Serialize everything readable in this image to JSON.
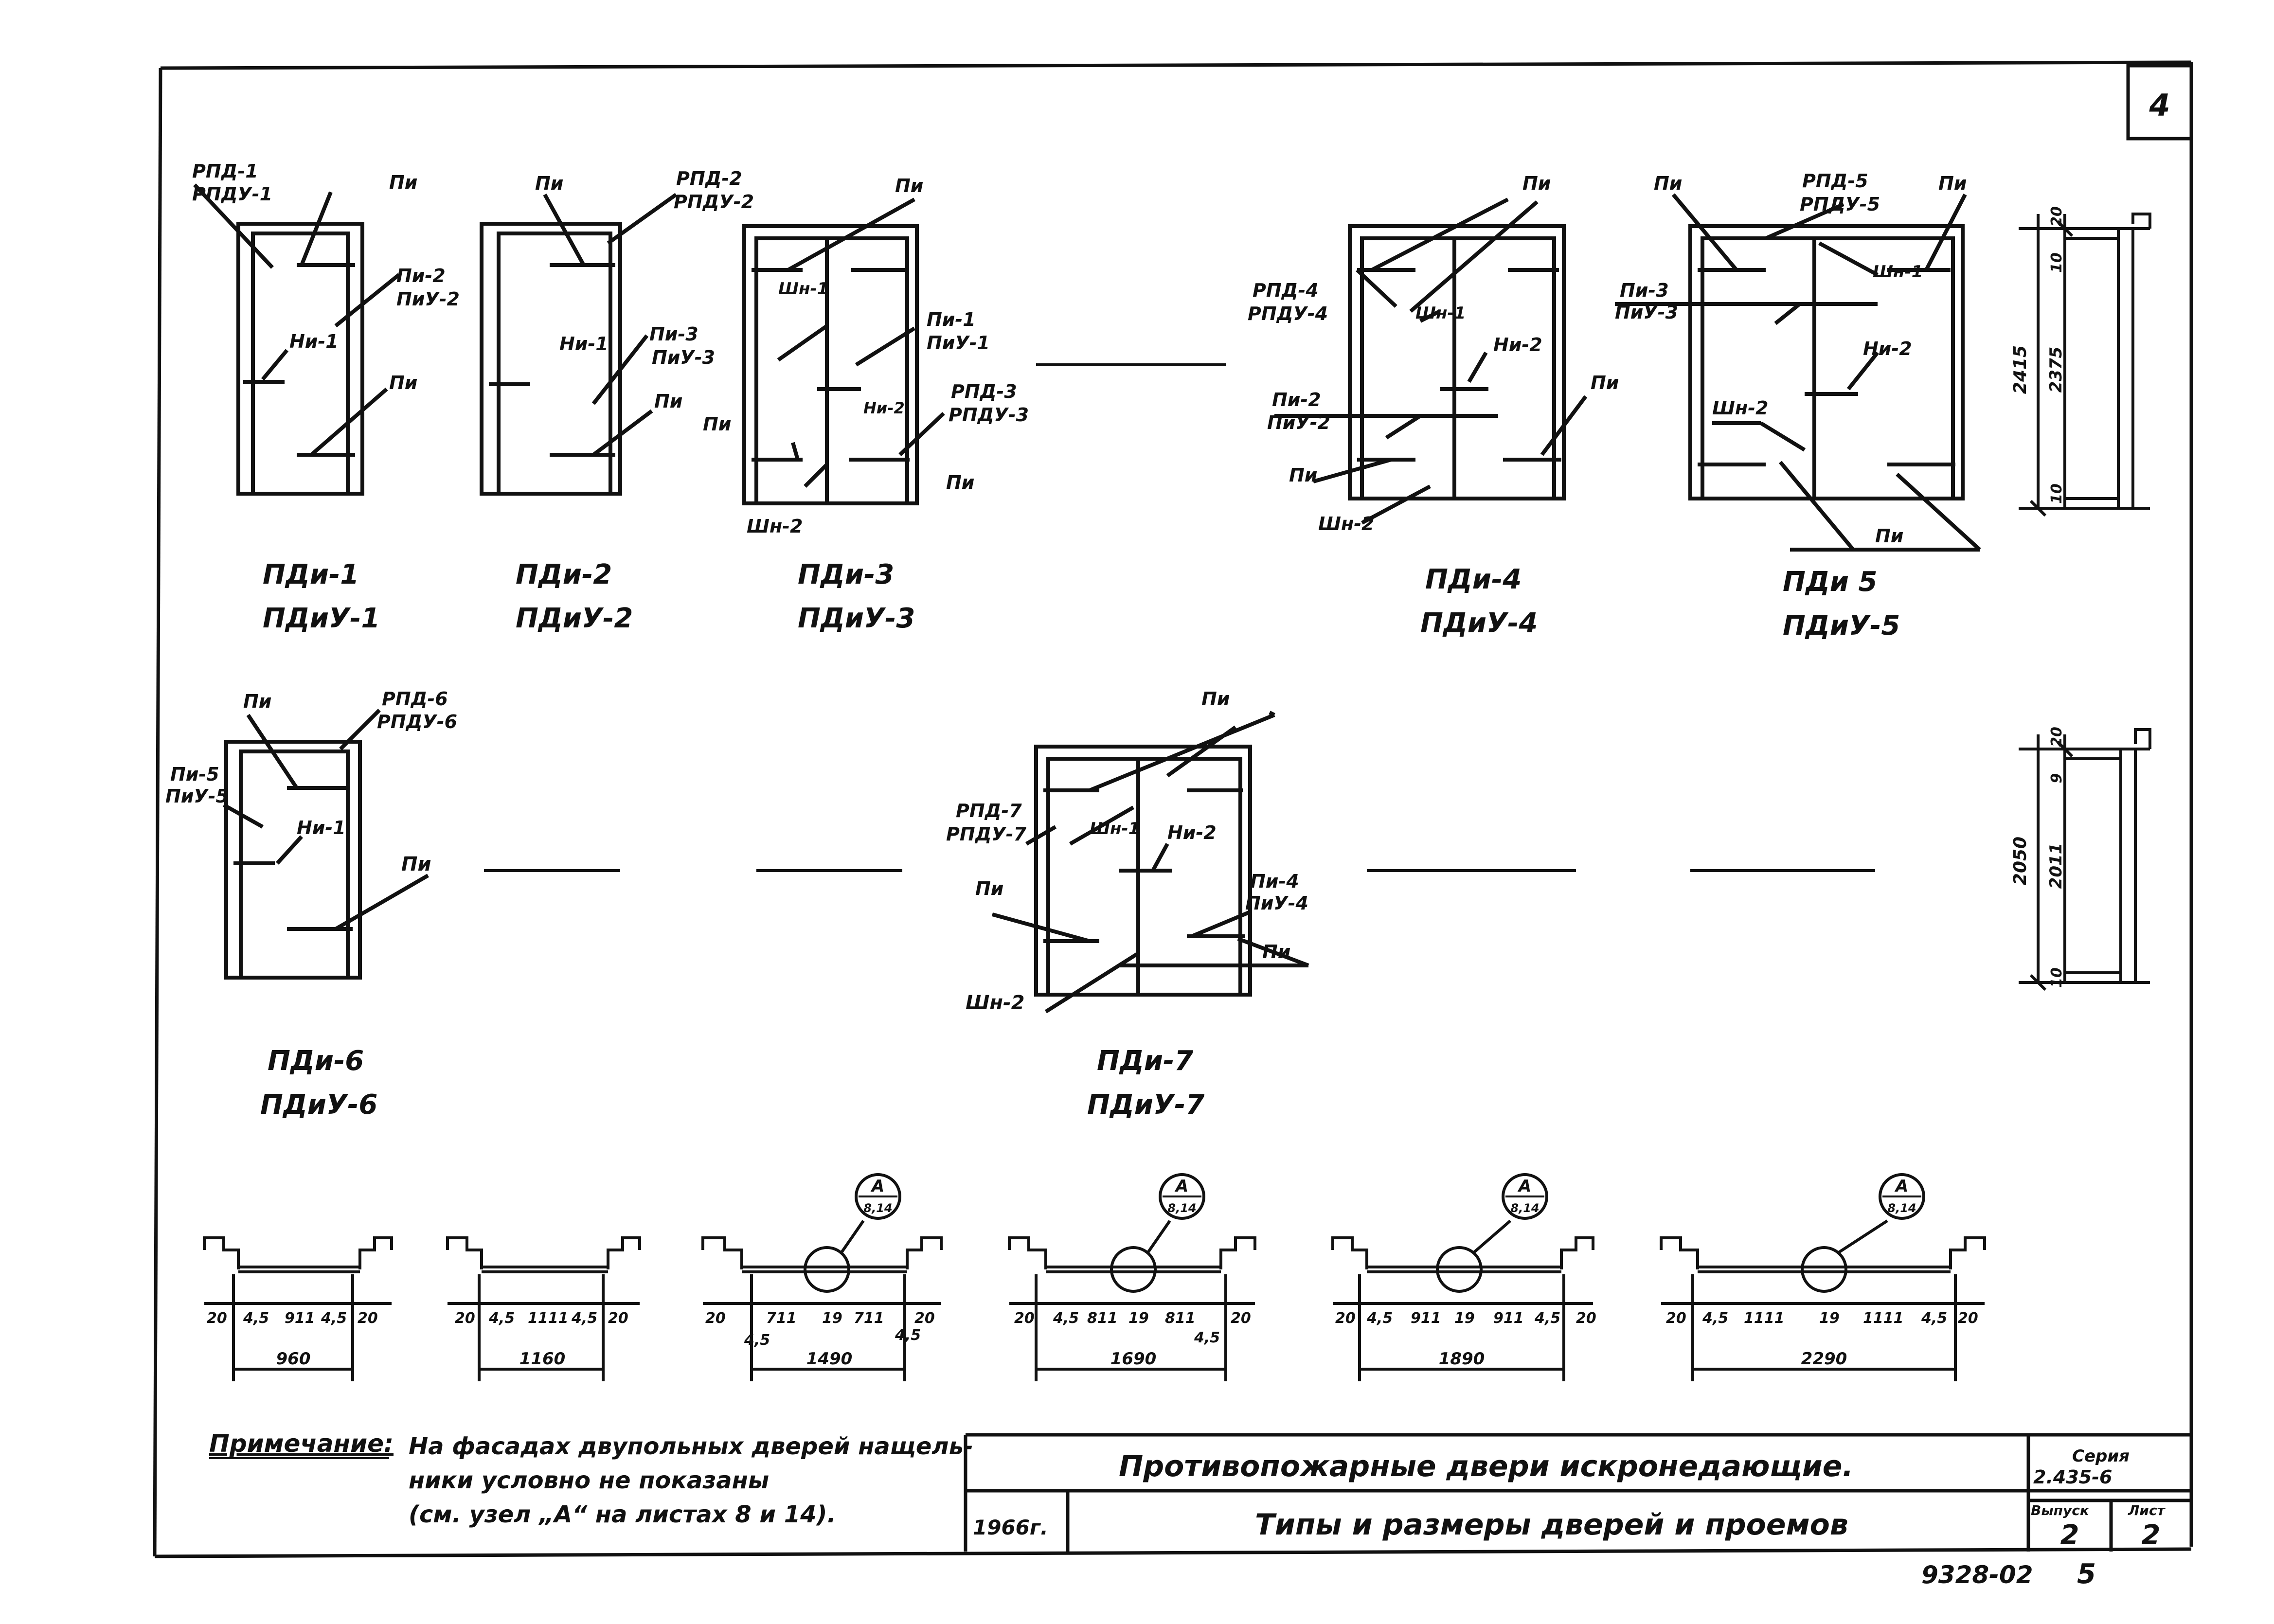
{
  "sheet": {
    "corner_number": "4",
    "series_label": "Серия",
    "series_value": "2.435-6",
    "issue_label": "Выпуск",
    "issue_value": "2",
    "sheet_label": "Лист",
    "sheet_value": "2",
    "year": "1966г.",
    "title_main": "Противопожарные двери искронедающие.",
    "title_sub": "Типы и размеры дверей и проемов",
    "stamp": "9328-02",
    "page": "5"
  },
  "note": {
    "label": "Примечание:",
    "lines": [
      "На фасадах двупольных дверей нащель-",
      "ники условно не показаны",
      "(см. узел „A“ на листах 8 и 14)."
    ]
  },
  "doors": [
    {
      "name": "ПДи-1",
      "name_u": "ПДиУ-1",
      "labels": [
        "РПД-1",
        "РПДУ-1",
        "Пи",
        "Пи-2",
        "ПиУ-2",
        "Ни-1",
        "Пи"
      ]
    },
    {
      "name": "ПДи-2",
      "name_u": "ПДиУ-2",
      "labels": [
        "Пи",
        "РПД-2",
        "РПДУ-2",
        "Ни-1",
        "Пи-3",
        "ПиУ-3",
        "Пи"
      ]
    },
    {
      "name": "ПДи-3",
      "name_u": "ПДиУ-3",
      "labels": [
        "Пи",
        "Шн-1",
        "Пи-1",
        "ПиУ-1",
        "Ни-2",
        "РПД-3",
        "РПДУ-3",
        "Пи",
        "Пи",
        "Шн-2"
      ]
    },
    {
      "name": "ПДи-4",
      "name_u": "ПДиУ-4",
      "labels": [
        "Пи",
        "РПД-4",
        "РПДУ-4",
        "Шн-1",
        "Ни-2",
        "Пи-2",
        "ПиУ-2",
        "Пи",
        "Пи",
        "Шн-2"
      ]
    },
    {
      "name": "ПДи 5",
      "name_u": "ПДиУ-5",
      "labels": [
        "Пи",
        "РПД-5",
        "РПДУ-5",
        "Пи",
        "Пи-3",
        "ПиУ-3",
        "Шн-1",
        "Ни-2",
        "Шн-2",
        "Пи"
      ]
    },
    {
      "name": "ПДи-6",
      "name_u": "ПДиУ-6",
      "labels": [
        "Пи",
        "РПД-6",
        "РПДУ-6",
        "Пи-5",
        "ПиУ-5",
        "Ни-1",
        "Пи"
      ]
    },
    {
      "name": "ПДи-7",
      "name_u": "ПДиУ-7",
      "labels": [
        "Пи",
        "РПД-7",
        "РПДУ-7",
        "Шн-1",
        "Ни-2",
        "Пи",
        "Пи-4",
        "ПиУ-4",
        "Пи",
        "Шн-2"
      ]
    }
  ],
  "sections": [
    {
      "labels": [
        "20",
        "4,5",
        "911",
        "4,5",
        "20"
      ],
      "total": "960"
    },
    {
      "labels": [
        "20",
        "4,5",
        "1111",
        "4,5",
        "20"
      ],
      "total": "1160"
    },
    {
      "labels": [
        "20",
        "711",
        "19",
        "711",
        "20",
        "4,5",
        "4,5"
      ],
      "total": "1490",
      "node": "A",
      "node_ref": "8,14"
    },
    {
      "labels": [
        "20",
        "4,5",
        "811",
        "19",
        "811",
        "20",
        "4,5"
      ],
      "total": "1690",
      "node": "A",
      "node_ref": "8,14"
    },
    {
      "labels": [
        "20",
        "4,5",
        "911",
        "19",
        "911",
        "4,5",
        "20"
      ],
      "total": "1890",
      "node": "A",
      "node_ref": "8,14"
    },
    {
      "labels": [
        "20",
        "4,5",
        "1111",
        "19",
        "1111",
        "4,5",
        "20"
      ],
      "total": "2290",
      "node": "A",
      "node_ref": "8,14"
    }
  ],
  "heights": [
    {
      "total": "2415",
      "top": "20",
      "upper": "10",
      "main": "2375",
      "bottom": "10"
    },
    {
      "total": "2050",
      "top": "20",
      "upper": "9",
      "main": "2011",
      "bottom": "10"
    }
  ]
}
